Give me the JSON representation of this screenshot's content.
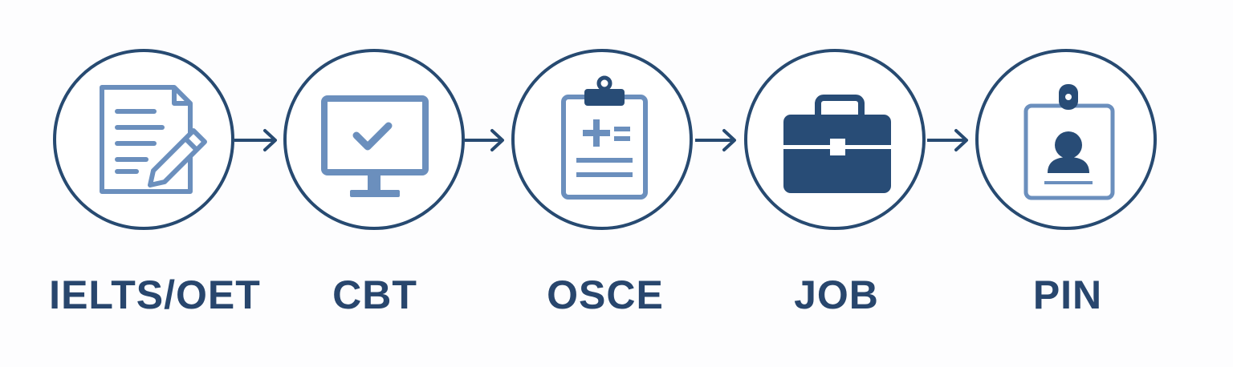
{
  "colors": {
    "dark": "#284c76",
    "light": "#6b8fbd",
    "ring": "#274a71",
    "label": "#28466d"
  },
  "steps": [
    {
      "label": "IELTS/OET",
      "icon": "document-pencil-icon"
    },
    {
      "label": "CBT",
      "icon": "monitor-check-icon"
    },
    {
      "label": "OSCE",
      "icon": "clipboard-medical-icon"
    },
    {
      "label": "JOB",
      "icon": "briefcase-icon"
    },
    {
      "label": "PIN",
      "icon": "id-badge-icon"
    }
  ]
}
